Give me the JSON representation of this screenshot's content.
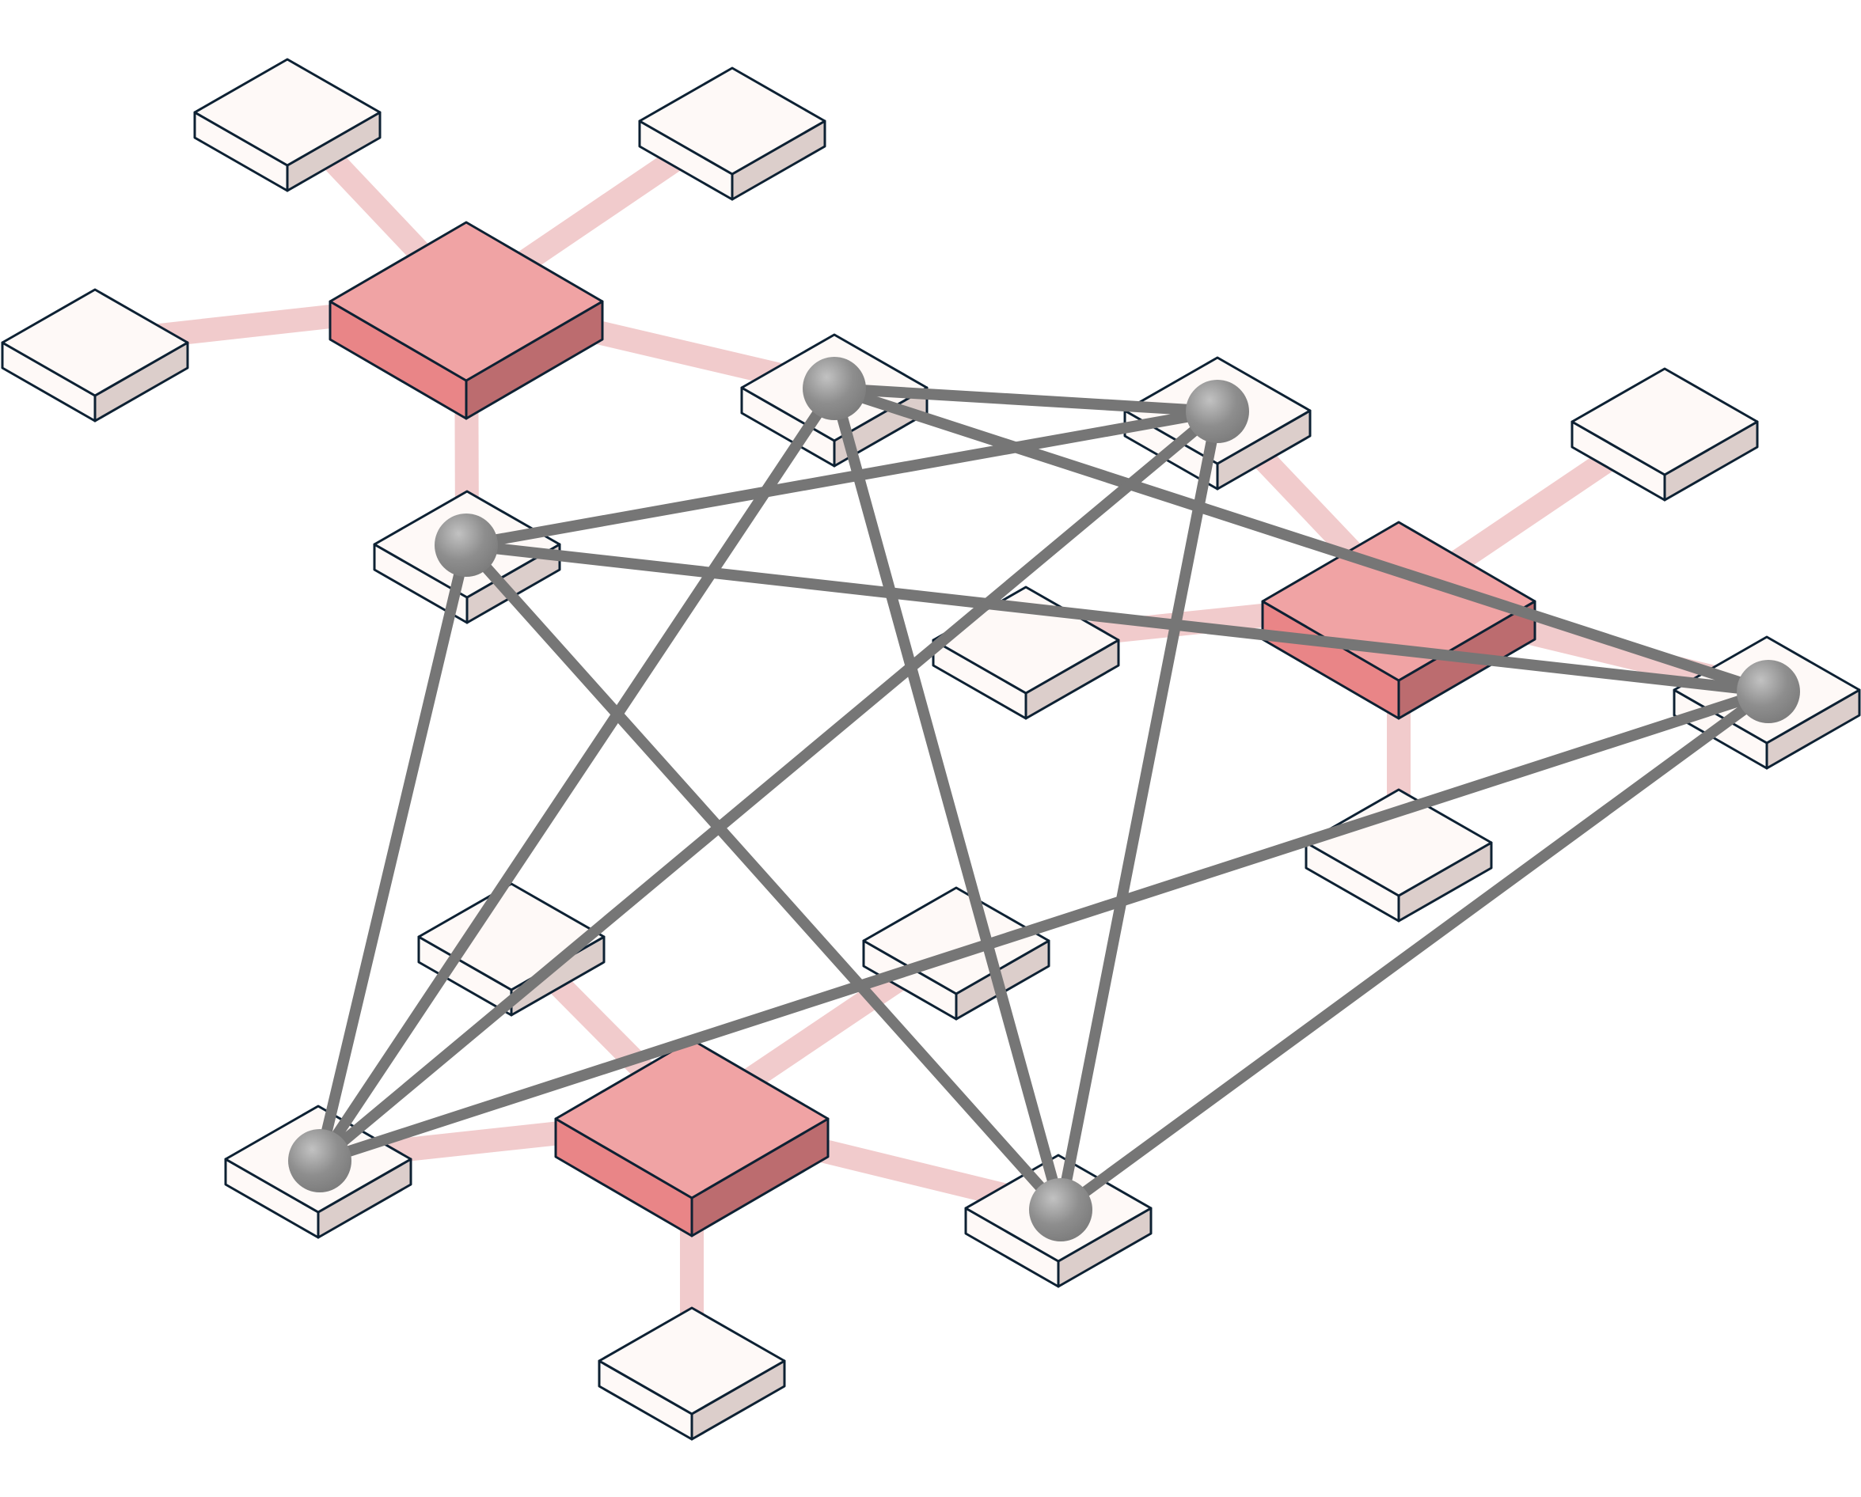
{
  "diagram": {
    "type": "isometric-network",
    "colors": {
      "background": "#ffffff",
      "hub_top": "#f0a3a4",
      "hub_left": "#e98587",
      "hub_right": "#bc6c6f",
      "node_top": "#fef9f7",
      "node_left": "#fef9f7",
      "node_right": "#dccecb",
      "outline": "#0d2133",
      "link": "#f1cbcc",
      "mesh": "#767676",
      "sphere": "#8e8e8e"
    },
    "hubs": [
      {
        "id": "hub-top-left"
      },
      {
        "id": "hub-right"
      },
      {
        "id": "hub-bottom"
      }
    ],
    "nodes": [
      {
        "id": "node-1",
        "hub": "hub-top-left"
      },
      {
        "id": "node-2",
        "hub": "hub-top-left"
      },
      {
        "id": "node-3",
        "hub": "hub-top-left"
      },
      {
        "id": "node-4",
        "hub": "hub-top-left",
        "has_sphere": true
      },
      {
        "id": "node-5",
        "hub": "hub-top-left",
        "has_sphere": true
      },
      {
        "id": "node-6",
        "hub": "hub-right",
        "has_sphere": true
      },
      {
        "id": "node-7",
        "hub": "hub-right"
      },
      {
        "id": "node-8",
        "hub": "hub-right"
      },
      {
        "id": "node-9",
        "hub": "hub-right",
        "has_sphere": true
      },
      {
        "id": "node-10",
        "hub": "hub-right"
      },
      {
        "id": "node-11",
        "hub": "hub-bottom"
      },
      {
        "id": "node-12",
        "hub": "hub-bottom"
      },
      {
        "id": "node-13",
        "hub": "hub-bottom",
        "has_sphere": true
      },
      {
        "id": "node-14",
        "hub": "hub-bottom",
        "has_sphere": true
      },
      {
        "id": "node-15",
        "hub": "hub-bottom"
      }
    ],
    "mesh_links": [
      [
        "node-5",
        "node-6"
      ],
      [
        "node-5",
        "node-9"
      ],
      [
        "node-5",
        "node-13"
      ],
      [
        "node-5",
        "node-14"
      ],
      [
        "node-4",
        "node-6"
      ],
      [
        "node-4",
        "node-9"
      ],
      [
        "node-4",
        "node-13"
      ],
      [
        "node-4",
        "node-14"
      ],
      [
        "node-6",
        "node-13"
      ],
      [
        "node-6",
        "node-14"
      ],
      [
        "node-9",
        "node-13"
      ],
      [
        "node-9",
        "node-14"
      ]
    ]
  }
}
